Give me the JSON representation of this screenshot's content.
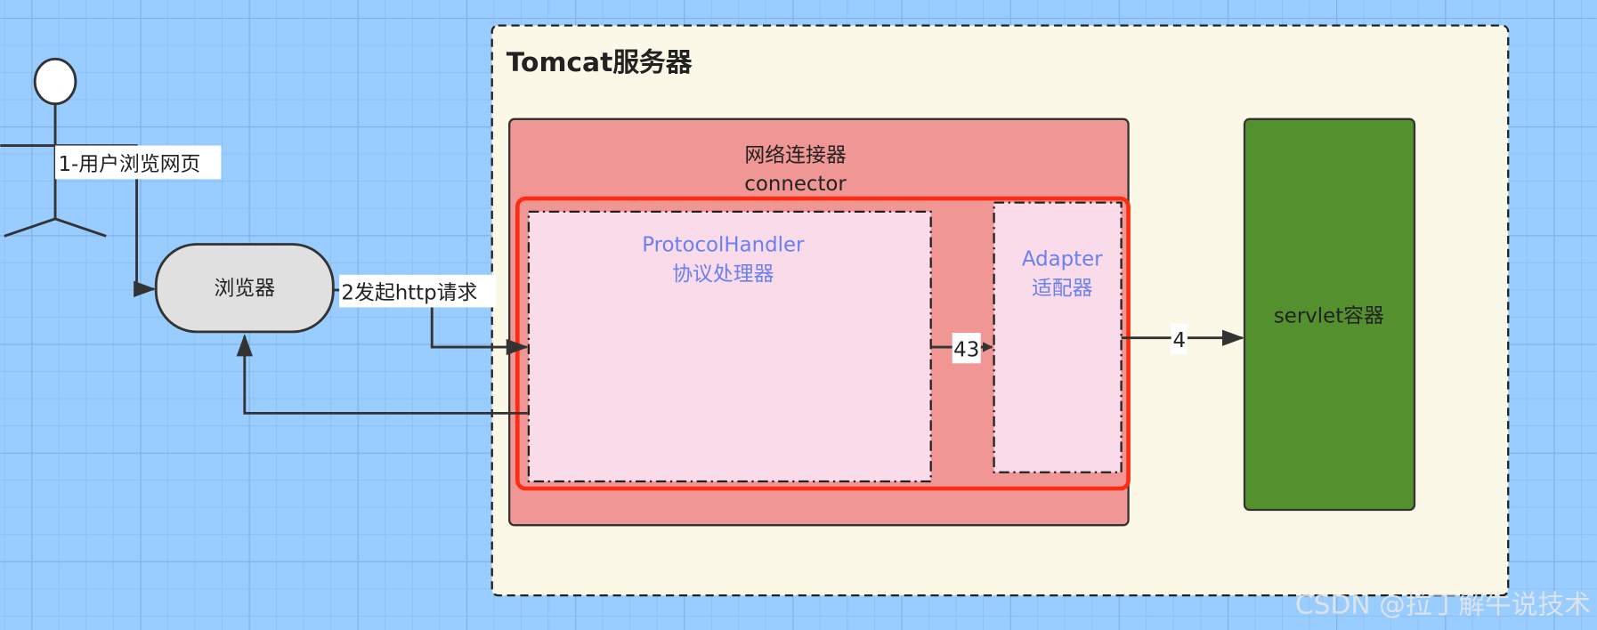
{
  "diagram": {
    "server_title": "Tomcat服务器",
    "connector_title": "网络连接器",
    "connector_subtitle": "connector",
    "protocol_handler": {
      "name": "ProtocolHandler",
      "label": "协议处理器"
    },
    "adapter": {
      "name": "Adapter",
      "label": "适配器"
    },
    "servlet_container": "servlet容器",
    "browser": "浏览器",
    "edges": {
      "user_to_browser": "1-用户浏览网页",
      "browser_to_handler": "2发起http请求",
      "handler_to_adapter": "43",
      "adapter_to_servlet": "4"
    }
  },
  "watermark": "CSDN @拉丁解牛说技术",
  "colors": {
    "background": "#99ccff",
    "server_fill": "#fcf8e8",
    "connector_fill": "#f09694",
    "highlight_border": "#ff2a10",
    "inner_fill": "#fadbea",
    "inner_text": "#6a7ff0",
    "servlet_fill": "#54912e"
  }
}
